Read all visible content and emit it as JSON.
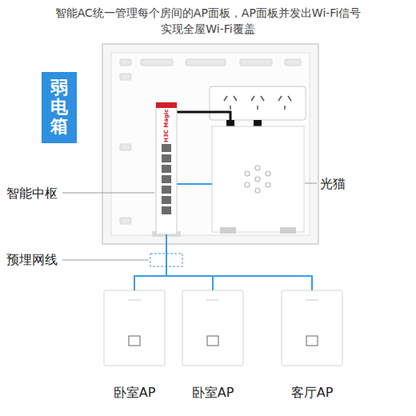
{
  "diagram": {
    "title": "智能AC统一管理每个房间的AP面板，AP面板并发出Wi-Fi信号 实现全屋Wi-Fi覆盖",
    "nodes": [
      {
        "text": [
          "弱电箱"
        ]
      },
      {
        "text": [
          "智能中枢",
          "H3C Magic"
        ],
        "in": 0
      },
      {
        "text": [
          "光猫"
        ],
        "in": 0
      },
      {
        "text": [
          "卧室AP"
        ]
      },
      {
        "text": [
          "卧室AP"
        ]
      },
      {
        "text": [
          "客厅AP"
        ]
      }
    ],
    "edges": [
      {
        "from": 1,
        "to": 2,
        "arrow": "none"
      },
      {
        "from": 1,
        "to": 3,
        "arrow": "none"
      },
      {
        "from": 1,
        "to": 4,
        "arrow": "none"
      },
      {
        "from": 1,
        "to": 5,
        "arrow": "none"
      }
    ],
    "labels": [
      "预埋网线"
    ]
  }
}
